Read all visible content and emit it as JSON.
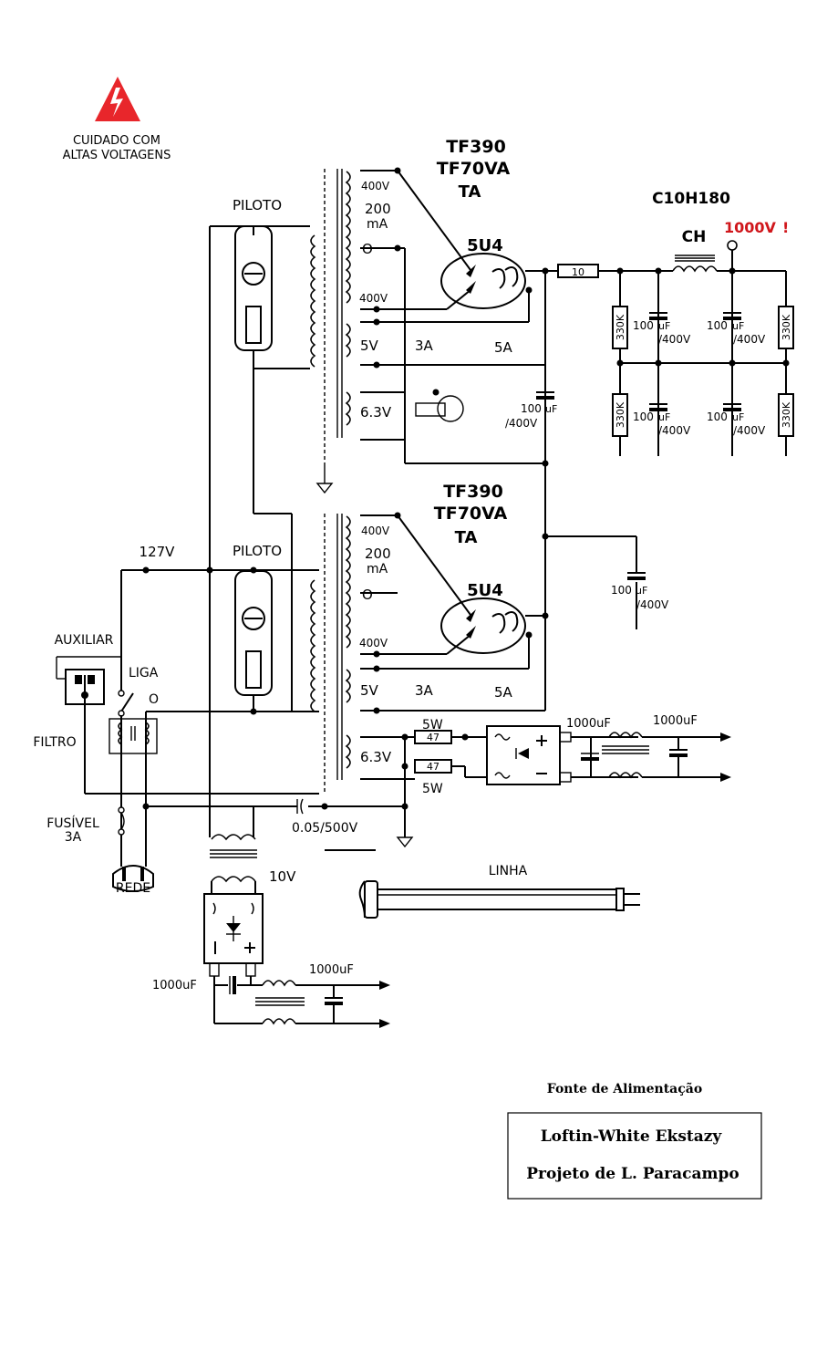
{
  "warning": {
    "line1": "CUIDADO    COM",
    "line2": "ALTAS VOLTAGENS",
    "icon": "high-voltage-warning-icon",
    "color": "#e8262b"
  },
  "upper_stage": {
    "transformer_line1": "TF390",
    "transformer_line2": "TF70VA",
    "transformer_line3": "TA",
    "pilot": "PILOTO",
    "tap_400a": "400V",
    "tap_200": "200",
    "tap_ma": "mA",
    "tap_o": "O",
    "tap_400b": "400V",
    "tap_5v": "5V",
    "tap_63v": "6.3V",
    "current_3a": "3A",
    "current_5a": "5A",
    "tube": "5U4"
  },
  "lower_stage": {
    "transformer_line1": "TF390",
    "transformer_line2": "TF70VA",
    "transformer_line3": "TA",
    "pilot": "PILOTO",
    "tap_400a": "400V",
    "tap_200": "200",
    "tap_ma": "mA",
    "tap_o": "O",
    "tap_400b": "400V",
    "tap_5v": "5V",
    "tap_63v": "6.3V",
    "current_3a": "3A",
    "current_5a": "5A",
    "tube": "5U4"
  },
  "filter": {
    "choke_model": "C10H180",
    "choke_label": "CH",
    "output_voltage": "1000V",
    "output_mark": "!",
    "output_color": "#d0161b",
    "resistor_series": "10",
    "resistor_bleeder": "330K",
    "cap_value": "100",
    "cap_unit": "uF",
    "cap_voltage": "/400V"
  },
  "mains": {
    "v127": "127V",
    "auxiliar": "AUXILIAR",
    "liga": "LIGA",
    "switch_o": "O",
    "filtro": "FILTRO",
    "fusivel": "FUSÍVEL",
    "fusivel_rating": "3A",
    "rede": "REDE",
    "cap_coupling": "0.05/500V"
  },
  "aux_supply_63": {
    "res_power_top": "5W",
    "res_value_top": "47",
    "res_value_bottom": "47",
    "res_power_bottom": "5W",
    "cap_left": "1000uF",
    "cap_right": "1000uF"
  },
  "aux_supply_10": {
    "secondary": "10V",
    "cap_left": "1000uF",
    "cap_right": "1000uF"
  },
  "line_lamp": {
    "label": "LINHA"
  },
  "title_block": {
    "heading": "Fonte de Alimentação",
    "line1": "Loftin-White  Ekstazy",
    "line2": "Projeto de L. Paracampo"
  }
}
